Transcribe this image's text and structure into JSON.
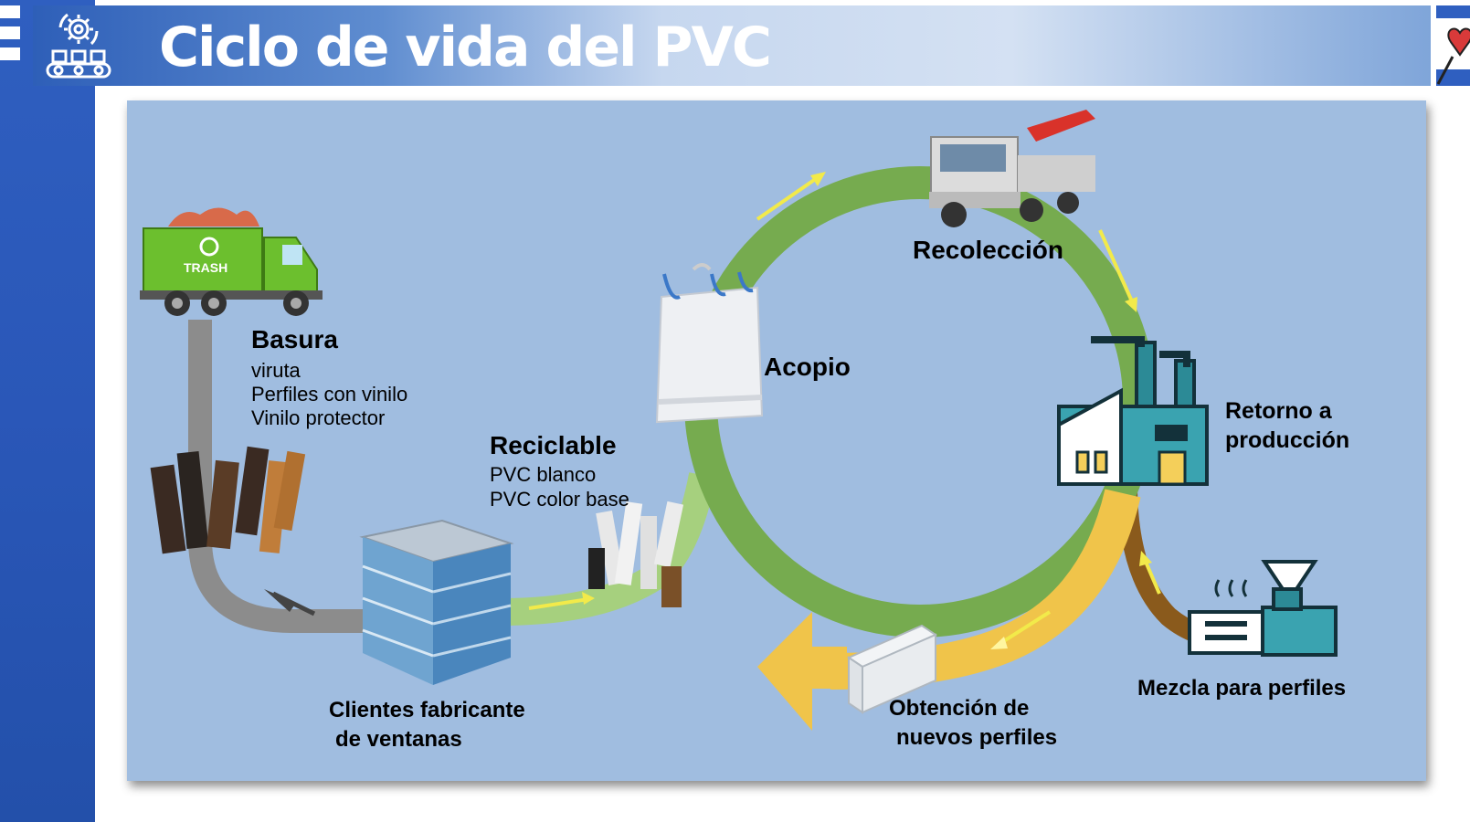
{
  "header": {
    "title": "Ciclo de vida del PVC"
  },
  "diagram": {
    "basura": {
      "title": "Basura",
      "items": [
        "viruta",
        "Perfiles con vinilo",
        "Vinilo protector"
      ]
    },
    "truck_label": "TRASH",
    "reciclable": {
      "title": "Reciclable",
      "items": [
        "PVC blanco",
        "PVC color base"
      ]
    },
    "acopio": "Acopio",
    "recoleccion": "Recolección",
    "retorno": [
      "Retorno a",
      "producción"
    ],
    "mezcla": "Mezcla para perfiles",
    "obtencion": [
      "Obtención de",
      "nuevos perfiles"
    ],
    "clientes": [
      "Clientes fabricante",
      "de ventanas"
    ]
  },
  "colors": {
    "panel_bg": "#a0bde0",
    "cycle_green": "#76ab4f",
    "arrow_yellow": "#f0c44a",
    "arrow_brown": "#8a5a1c",
    "path_gray": "#8c8c8c",
    "factory_teal": "#3aa3b0",
    "sidebar_blue": "#2f5fc0"
  },
  "icons": [
    "gear-conveyor-icon",
    "heart-pin-icon",
    "garbage-truck-icon",
    "crane-truck-icon",
    "bulk-bag-icon",
    "factory-icon",
    "extruder-icon",
    "building-icon",
    "pvc-profiles-icon"
  ]
}
